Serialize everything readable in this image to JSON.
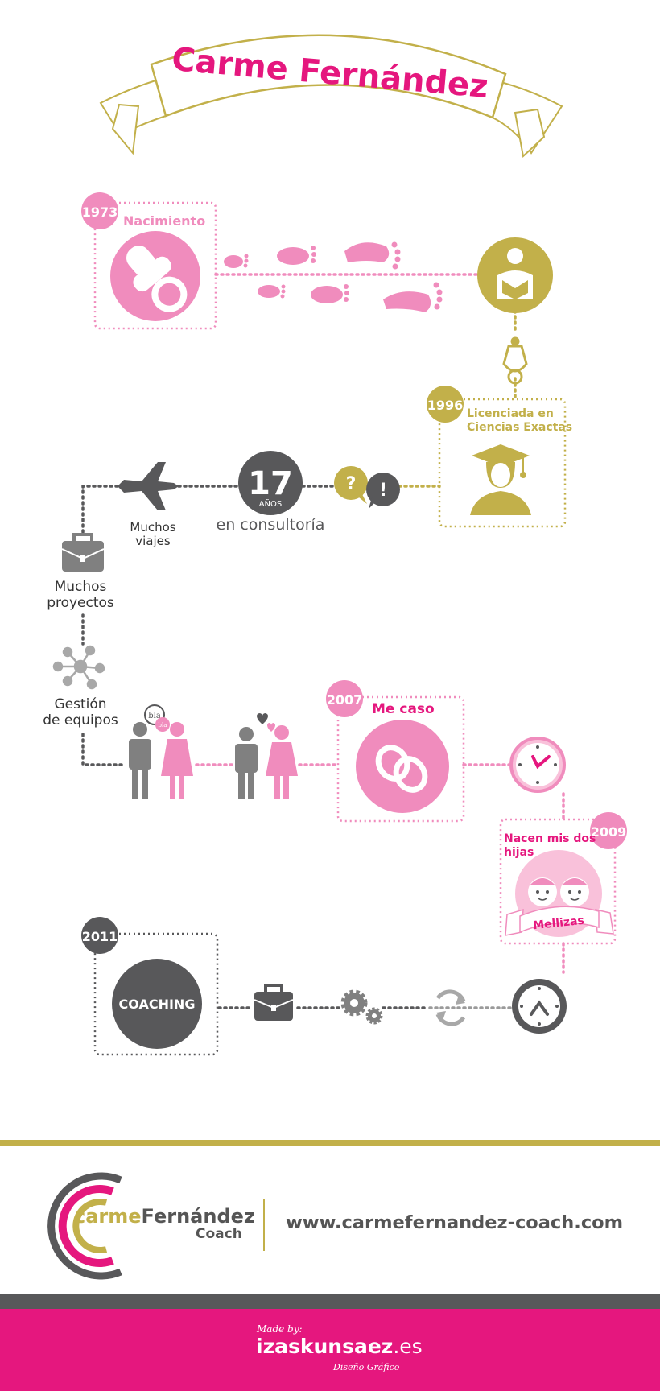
{
  "title": "Carme Fernández",
  "colors": {
    "pink": "#f08cbd",
    "magenta": "#e5177e",
    "gold": "#c2b04a",
    "dark": "#58585a",
    "gray": "#9a9a9a"
  },
  "events": {
    "birth": {
      "year": "1973",
      "label": "Nacimiento",
      "icon": "pacifier-icon"
    },
    "degree": {
      "year": "1996",
      "label_line1": "Licenciada en",
      "label_line2": "Ciencias Exactas",
      "icon": "graduate-icon"
    },
    "consulting": {
      "number": "17",
      "unit": "AÑOS",
      "label": "en consultoría"
    },
    "travel": {
      "label_line1": "Muchos",
      "label_line2": "viajes",
      "icon": "airplane-icon"
    },
    "projects": {
      "label_line1": "Muchos",
      "label_line2": "proyectos",
      "icon": "briefcase-icon"
    },
    "teams": {
      "label_line1": "Gestión",
      "label_line2": "de equipos",
      "icon": "network-icon"
    },
    "chat_bubbles": {
      "bubble1": "bla",
      "bubble2": "bla"
    },
    "wedding": {
      "year": "2007",
      "label": "Me caso",
      "icon": "rings-icon"
    },
    "daughters": {
      "year": "2009",
      "label_line1": "Nacen mis dos",
      "label_line2": "hijas",
      "ribbon": "Mellizas",
      "icon": "twins-icon"
    },
    "coaching": {
      "year": "2011",
      "label": "COACHING"
    }
  },
  "footer": {
    "logo_first": "carme",
    "logo_last": "Fernández",
    "logo_sub": "Coach",
    "url": "www.carmefernandez-coach.com",
    "made_by": "Made by:",
    "credit_name": "izaskunsaez",
    "credit_ext": ".es",
    "credit_sub": "Diseño Gráfico"
  }
}
